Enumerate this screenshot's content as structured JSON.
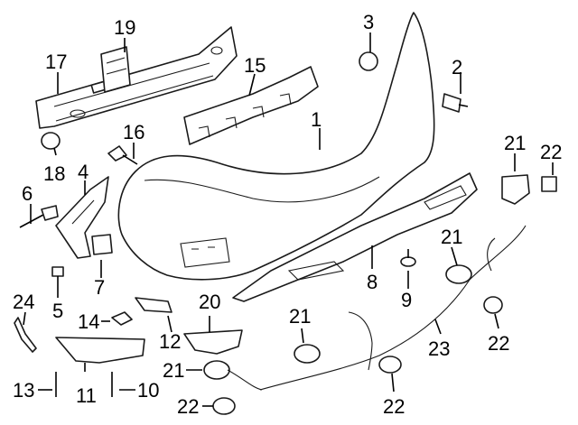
{
  "callouts": [
    {
      "id": "c1",
      "text": "1"
    },
    {
      "id": "c2",
      "text": "2"
    },
    {
      "id": "c3",
      "text": "3"
    },
    {
      "id": "c4",
      "text": "4"
    },
    {
      "id": "c5",
      "text": "5"
    },
    {
      "id": "c6",
      "text": "6"
    },
    {
      "id": "c7",
      "text": "7"
    },
    {
      "id": "c8",
      "text": "8"
    },
    {
      "id": "c9",
      "text": "9"
    },
    {
      "id": "c10",
      "text": "10"
    },
    {
      "id": "c11",
      "text": "11"
    },
    {
      "id": "c12",
      "text": "12"
    },
    {
      "id": "c13",
      "text": "13"
    },
    {
      "id": "c14",
      "text": "14"
    },
    {
      "id": "c15",
      "text": "15"
    },
    {
      "id": "c16",
      "text": "16"
    },
    {
      "id": "c17",
      "text": "17"
    },
    {
      "id": "c18",
      "text": "18"
    },
    {
      "id": "c19",
      "text": "19"
    },
    {
      "id": "c20",
      "text": "20"
    },
    {
      "id": "c21a",
      "text": "21"
    },
    {
      "id": "c21b",
      "text": "21"
    },
    {
      "id": "c21c",
      "text": "21"
    },
    {
      "id": "c21d",
      "text": "21"
    },
    {
      "id": "c22a",
      "text": "22"
    },
    {
      "id": "c22b",
      "text": "22"
    },
    {
      "id": "c22c",
      "text": "22"
    },
    {
      "id": "c22d",
      "text": "22"
    },
    {
      "id": "c23",
      "text": "23"
    },
    {
      "id": "c24",
      "text": "24"
    }
  ]
}
